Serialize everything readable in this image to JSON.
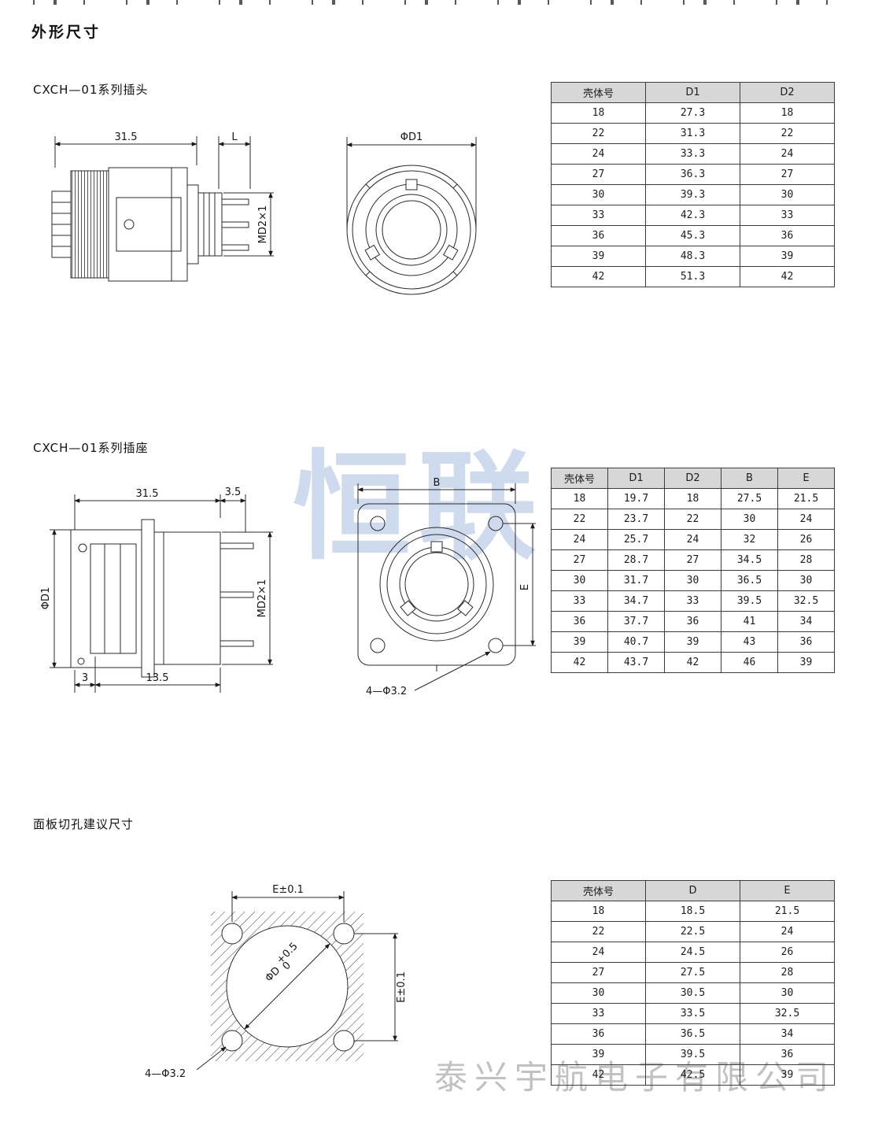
{
  "page": {
    "title": "外形尺寸",
    "watermark_center": "恒联",
    "watermark_bottom": "泰兴宇航电子有限公司"
  },
  "plug": {
    "heading": "CXCH—01系列插头",
    "side": {
      "dim_len": "31.5",
      "dim_l": "L",
      "dim_thread": "MD2×1"
    },
    "front": {
      "dim_d1": "ΦD1"
    },
    "table": {
      "headers": [
        "壳体号",
        "D1",
        "D2"
      ],
      "rows": [
        [
          "18",
          "27.3",
          "18"
        ],
        [
          "22",
          "31.3",
          "22"
        ],
        [
          "24",
          "33.3",
          "24"
        ],
        [
          "27",
          "36.3",
          "27"
        ],
        [
          "30",
          "39.3",
          "30"
        ],
        [
          "33",
          "42.3",
          "33"
        ],
        [
          "36",
          "45.3",
          "36"
        ],
        [
          "39",
          "48.3",
          "39"
        ],
        [
          "42",
          "51.3",
          "42"
        ]
      ]
    }
  },
  "socket": {
    "heading": "CXCH—01系列插座",
    "side": {
      "dim_len": "31.5",
      "dim_3_5": "3.5",
      "dim_d1": "ΦD1",
      "dim_thread": "MD2×1",
      "dim_3": "3",
      "dim_13_5": "13.5"
    },
    "front": {
      "dim_b": "B",
      "dim_e": "E",
      "dim_holes": "4—Φ3.2"
    },
    "table": {
      "headers": [
        "壳体号",
        "D1",
        "D2",
        "B",
        "E"
      ],
      "rows": [
        [
          "18",
          "19.7",
          "18",
          "27.5",
          "21.5"
        ],
        [
          "22",
          "23.7",
          "22",
          "30",
          "24"
        ],
        [
          "24",
          "25.7",
          "24",
          "32",
          "26"
        ],
        [
          "27",
          "28.7",
          "27",
          "34.5",
          "28"
        ],
        [
          "30",
          "31.7",
          "30",
          "36.5",
          "30"
        ],
        [
          "33",
          "34.7",
          "33",
          "39.5",
          "32.5"
        ],
        [
          "36",
          "37.7",
          "36",
          "41",
          "34"
        ],
        [
          "39",
          "40.7",
          "39",
          "43",
          "36"
        ],
        [
          "42",
          "43.7",
          "42",
          "46",
          "39"
        ]
      ]
    }
  },
  "panel": {
    "heading": "面板切孔建议尺寸",
    "dims": {
      "dim_e_top": "E±0.1",
      "dim_e_right": "E±0.1",
      "dim_d": "ΦD",
      "tol_upper": "+0.5",
      "tol_lower": "0",
      "dim_holes": "4—Φ3.2"
    },
    "table": {
      "headers": [
        "壳体号",
        "D",
        "E"
      ],
      "rows": [
        [
          "18",
          "18.5",
          "21.5"
        ],
        [
          "22",
          "22.5",
          "24"
        ],
        [
          "24",
          "24.5",
          "26"
        ],
        [
          "27",
          "27.5",
          "28"
        ],
        [
          "30",
          "30.5",
          "30"
        ],
        [
          "33",
          "33.5",
          "32.5"
        ],
        [
          "36",
          "36.5",
          "34"
        ],
        [
          "39",
          "39.5",
          "36"
        ],
        [
          "42",
          "42.5",
          "39"
        ]
      ]
    }
  }
}
